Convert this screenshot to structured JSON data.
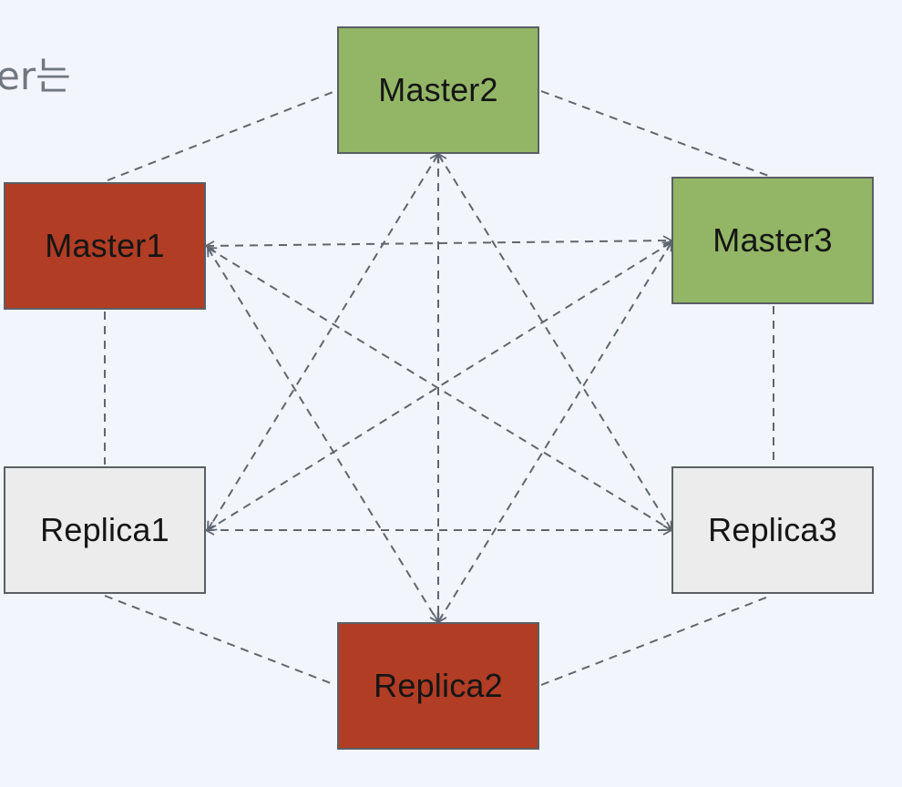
{
  "slide": {
    "partial_heading": "er는"
  },
  "colors": {
    "background": "#f2f6fc",
    "master_active": "#b03d24",
    "master_standby": "#93b666",
    "replica_normal": "#ececec",
    "replica_active": "#b03d24",
    "edge": "#5f6670",
    "border": "#5a5f66"
  },
  "nodes": {
    "master1": {
      "label": "Master1",
      "color": "#b03d24"
    },
    "master2": {
      "label": "Master2",
      "color": "#93b666"
    },
    "master3": {
      "label": "Master3",
      "color": "#93b666"
    },
    "replica1": {
      "label": "Replica1",
      "color": "#ececec"
    },
    "replica2": {
      "label": "Replica2",
      "color": "#b03d24"
    },
    "replica3": {
      "label": "Replica3",
      "color": "#ececec"
    }
  },
  "edges": [
    {
      "from": "master1",
      "to": "master2",
      "style": "dashed"
    },
    {
      "from": "master2",
      "to": "master3",
      "style": "dashed"
    },
    {
      "from": "master1",
      "to": "replica1",
      "style": "dashed"
    },
    {
      "from": "master3",
      "to": "replica3",
      "style": "dashed"
    },
    {
      "from": "replica1",
      "to": "replica2",
      "style": "dashed"
    },
    {
      "from": "replica2",
      "to": "replica3",
      "style": "dashed"
    },
    {
      "from": "master1",
      "to": "master3",
      "style": "dashed-bidirectional-arrow"
    },
    {
      "from": "replica1",
      "to": "replica3",
      "style": "dashed-bidirectional-arrow"
    },
    {
      "from": "master2",
      "to": "replica2",
      "style": "dashed-bidirectional-arrow"
    },
    {
      "from": "master1",
      "to": "replica2",
      "style": "dashed-bidirectional-arrow"
    },
    {
      "from": "master1",
      "to": "replica3",
      "style": "dashed-bidirectional-arrow"
    },
    {
      "from": "master2",
      "to": "replica1",
      "style": "dashed-bidirectional-arrow"
    },
    {
      "from": "master2",
      "to": "replica3",
      "style": "dashed-bidirectional-arrow"
    },
    {
      "from": "master3",
      "to": "replica1",
      "style": "dashed-bidirectional-arrow"
    },
    {
      "from": "master3",
      "to": "replica2",
      "style": "dashed-bidirectional-arrow"
    }
  ]
}
